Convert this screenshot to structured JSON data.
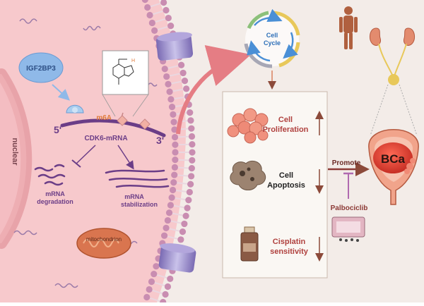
{
  "labels": {
    "igf2bp3": "IGF2BP3",
    "nuclear": "nuclear",
    "m6a": "m6A",
    "five_prime": "5'",
    "three_prime": "3'",
    "cdk6_mrna": "CDK6-mRNA",
    "mrna_degradation_line1": "mRNA",
    "mrna_degradation_line2": "degradation",
    "mrna_stabilization_line1": "mRNA",
    "mrna_stabilization_line2": "stabilization",
    "mitochondrion": "mitochondrion",
    "cell_cycle_line1": "Cell",
    "cell_cycle_line2": "Cycle",
    "proliferation_line1": "Cell",
    "proliferation_line2": "Proliferation",
    "apoptosis_line1": "Cell",
    "apoptosis_line2": "Apoptosis",
    "cisplatin_line1": "Cisplatin",
    "cisplatin_line2": "sensitivity",
    "promote": "Promote",
    "bca": "BCa",
    "palbociclib": "Palbociclib"
  },
  "effects": [
    {
      "name": "Cell Proliferation",
      "direction": "up"
    },
    {
      "name": "Cell Apoptosis",
      "direction": "down"
    },
    {
      "name": "Cisplatin sensitivity",
      "direction": "down"
    }
  ],
  "colors": {
    "cytoplasm": "#f7c9cc",
    "extracellular": "#f3ece8",
    "membrane_head": "#c98db1",
    "mrna_purple": "#6b3d87",
    "text_red": "#b0413e",
    "arrow_brown": "#8c4a3a",
    "bca_red": "#d83a2e",
    "igf2bp3_blue": "#8fb9e8",
    "cell_cycle_arrow": "#4a8fd6"
  }
}
